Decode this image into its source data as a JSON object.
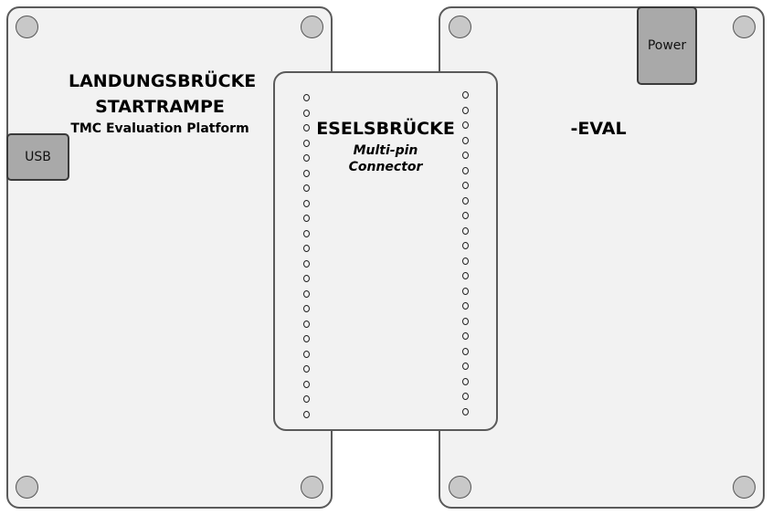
{
  "left_board": {
    "title1": "LANDUNGSBRÜCKE",
    "title2": "STARTRAMPE",
    "subtitle": "TMC Evaluation Platform",
    "usb_label": "USB"
  },
  "connector": {
    "title": "ESELSBRÜCKE",
    "subtitle1": "Multi-pin",
    "subtitle2": "Connector",
    "pins_per_column": 22
  },
  "right_board": {
    "title": "-EVAL",
    "power_label": "Power"
  }
}
